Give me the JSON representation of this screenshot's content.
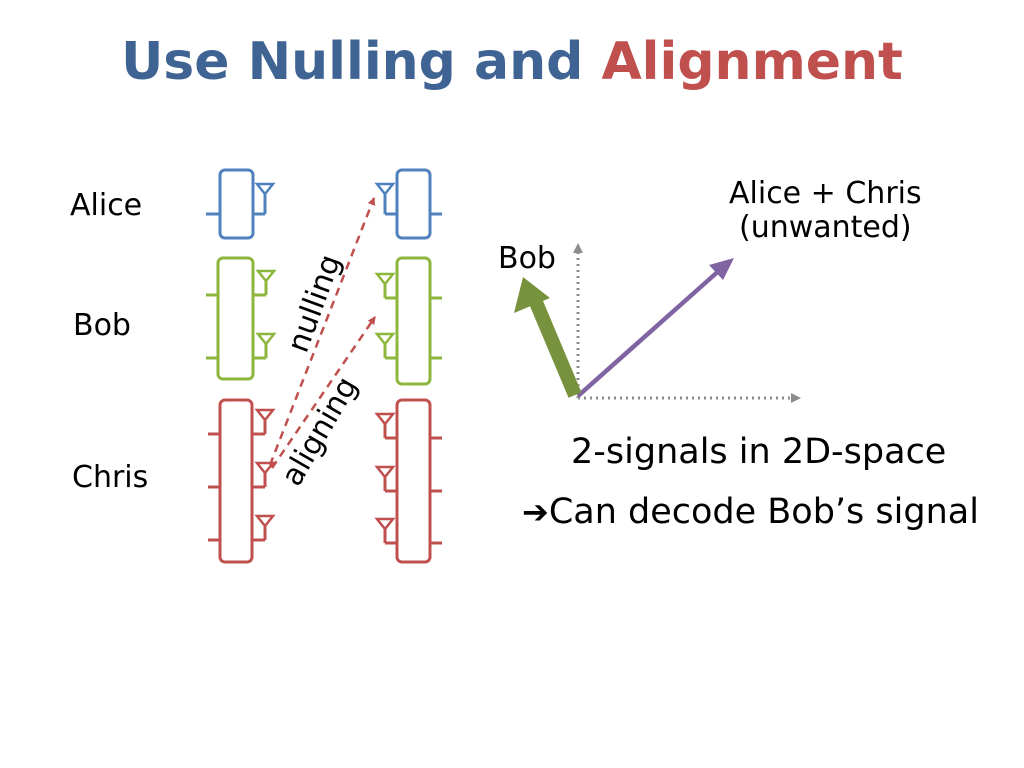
{
  "title": {
    "part1": "Use Nulling and",
    "part2": "Alignment"
  },
  "colors": {
    "title_blue": "#3f6494",
    "title_red": "#c0504d",
    "alice": "#4f81bd",
    "bob": "#8db63c",
    "chris": "#c0504d",
    "bob_arrow": "#76923c",
    "unwanted_arrow": "#8064a2",
    "axis": "#8c8c8c"
  },
  "nodes": {
    "alice": "Alice",
    "bob": "Bob",
    "chris": "Chris"
  },
  "links": {
    "nulling": "nulling",
    "aligning": "aligning"
  },
  "vector_plot": {
    "bob_label": "Bob",
    "unwanted_line1": "Alice + Chris",
    "unwanted_line2": "(unwanted)",
    "caption": "2-signals in 2D-space",
    "conclusion_arrow": "➔",
    "conclusion": "Can decode Bob’s signal"
  }
}
